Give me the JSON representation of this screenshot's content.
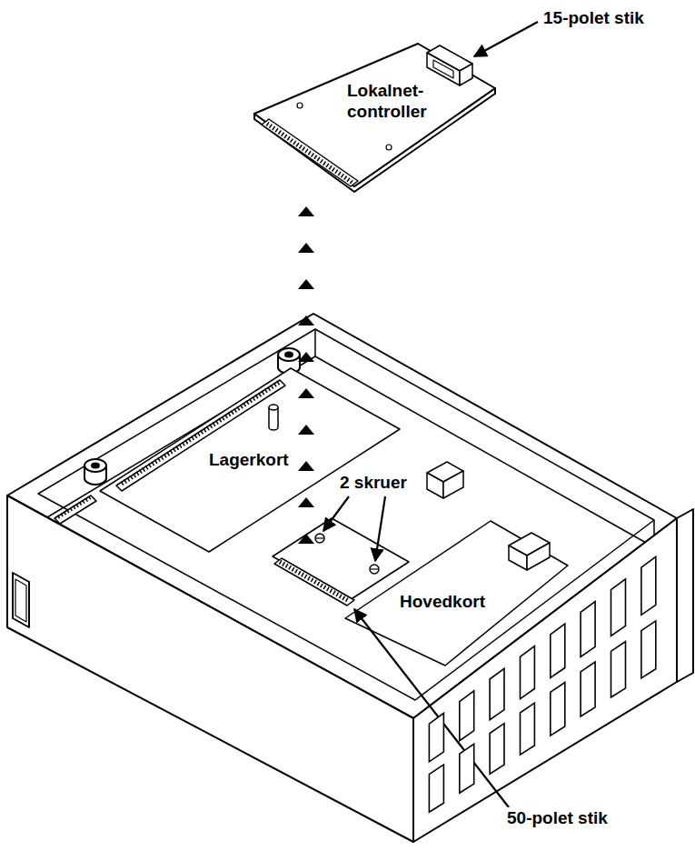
{
  "diagram": {
    "labels": [
      "15-polet stik",
      "Lokalnet- controller",
      "Lagerkort",
      "2 skruer",
      "Hovedkort",
      "50-polet stik"
    ]
  }
}
